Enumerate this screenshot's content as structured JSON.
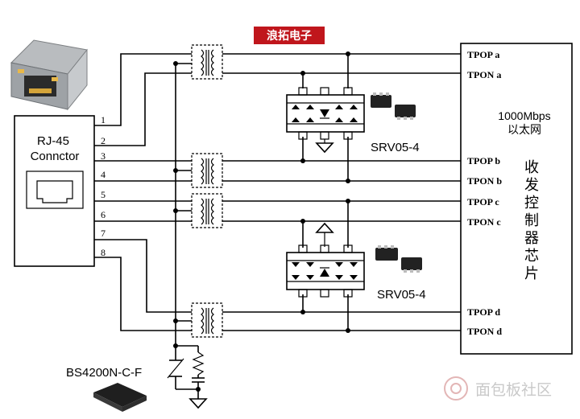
{
  "brand_label": "浪拓电子",
  "connector": {
    "name_line1": "RJ-45",
    "name_line2": "Connctor"
  },
  "pin_labels": [
    "1",
    "2",
    "3",
    "4",
    "5",
    "6",
    "7",
    "8"
  ],
  "chip": {
    "speed": "1000Mbps",
    "type": "以太网",
    "vertical_text": [
      "收",
      "发",
      "控",
      "制",
      "器",
      "芯",
      "片"
    ]
  },
  "signal_labels": [
    "TPOP a",
    "TPON a",
    "TPOP b",
    "TPON b",
    "TPOP c",
    "TPON c",
    "TPOP d",
    "TPON d"
  ],
  "tvs_labels": [
    "SRV05-4",
    "SRV05-4"
  ],
  "gdt_label": "BS4200N-C-F",
  "watermark": "面包板社区",
  "colors": {
    "brand_bg": "#c0161c",
    "brand_fg": "#ffffff",
    "line": "#000000",
    "watermark": "#c9c9c9"
  }
}
